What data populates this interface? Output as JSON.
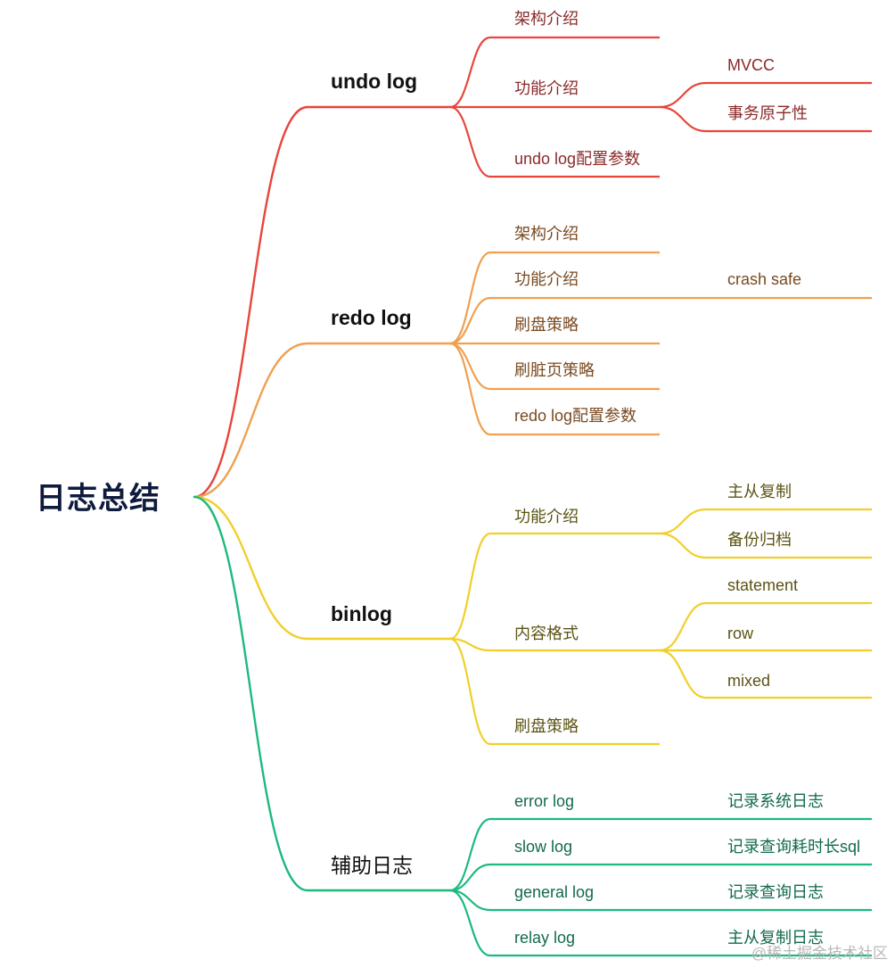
{
  "root": {
    "label": "日志总结"
  },
  "colors": {
    "red": "#e8453c",
    "orange": "#f0a050",
    "yellow": "#f1cf2a",
    "green": "#1dba7e"
  },
  "branches": [
    {
      "label": "undo log",
      "children": [
        {
          "label": "架构介绍",
          "children": []
        },
        {
          "label": "功能介绍",
          "children": [
            {
              "label": "MVCC"
            },
            {
              "label": "事务原子性"
            }
          ]
        },
        {
          "label": "undo log配置参数",
          "children": []
        }
      ]
    },
    {
      "label": "redo log",
      "children": [
        {
          "label": "架构介绍",
          "children": []
        },
        {
          "label": "功能介绍",
          "children": [
            {
              "label": "crash safe"
            }
          ]
        },
        {
          "label": "刷盘策略",
          "children": []
        },
        {
          "label": "刷脏页策略",
          "children": []
        },
        {
          "label": "redo log配置参数",
          "children": []
        }
      ]
    },
    {
      "label": "binlog",
      "children": [
        {
          "label": "功能介绍",
          "children": [
            {
              "label": "主从复制"
            },
            {
              "label": "备份归档"
            }
          ]
        },
        {
          "label": "内容格式",
          "children": [
            {
              "label": "statement"
            },
            {
              "label": "row"
            },
            {
              "label": "mixed"
            }
          ]
        },
        {
          "label": "刷盘策略",
          "children": []
        }
      ]
    },
    {
      "label": "辅助日志",
      "children": [
        {
          "label": "error log",
          "children": [
            {
              "label": "记录系统日志"
            }
          ]
        },
        {
          "label": "slow log",
          "children": [
            {
              "label": "记录查询耗时长sql"
            }
          ]
        },
        {
          "label": "general log",
          "children": [
            {
              "label": "记录查询日志"
            }
          ]
        },
        {
          "label": "relay log",
          "children": [
            {
              "label": "主从复制日志"
            }
          ]
        }
      ]
    }
  ],
  "watermark": "@稀土掘金技术社区"
}
